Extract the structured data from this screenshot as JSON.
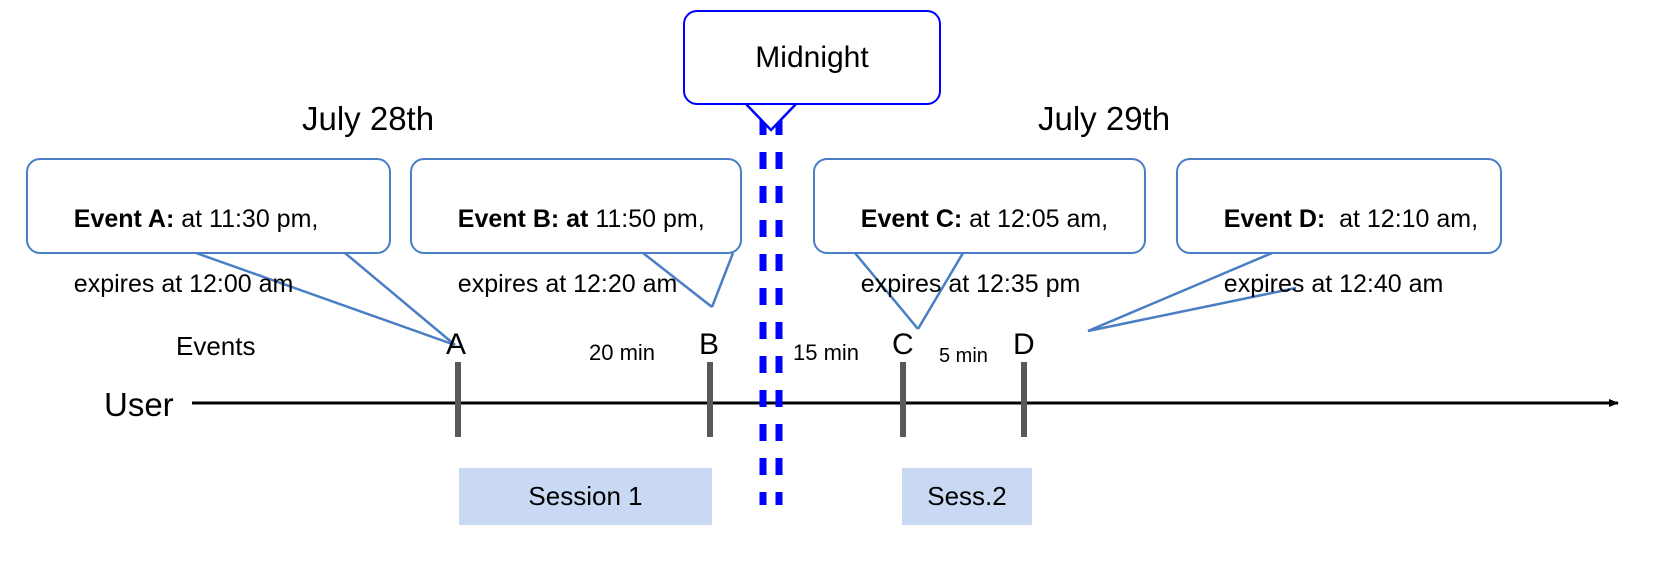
{
  "diagram": {
    "title_note": "Event expiry across midnight timeline",
    "colors": {
      "callout_border": "#4a7ec4",
      "midnight_border": "#0000ff",
      "midnight_line": "#0000ff",
      "session_fill": "#c9d9f4",
      "axis": "#000000",
      "tick": "#595959"
    }
  },
  "midnight": {
    "label": "Midnight"
  },
  "days": {
    "left": "July 28th",
    "right": "July 29th"
  },
  "callouts": [
    {
      "id": "event-a",
      "bold": "Event A:",
      "rest_line1": " at 11:30 pm,",
      "line2": "expires at 12:00 am"
    },
    {
      "id": "event-b",
      "bold": "Event B: at",
      "rest_line1": " 11:50 pm,",
      "line2": "expires at 12:20 am"
    },
    {
      "id": "event-c",
      "bold": "Event C:",
      "rest_line1": " at 12:05 am,",
      "line2": "expires at 12:35 pm"
    },
    {
      "id": "event-d",
      "bold": "Event D:",
      "rest_line1": "  at 12:10 am,",
      "line2": "expires at 12:40 am"
    }
  ],
  "axis": {
    "row_label": "User",
    "events_label": "Events",
    "event_letters": [
      "A",
      "B",
      "C",
      "D"
    ],
    "gaps": [
      "20 min",
      "15 min",
      "5 min"
    ]
  },
  "sessions": [
    {
      "id": "session-1",
      "label": "Session 1"
    },
    {
      "id": "session-2",
      "label": "Sess.2"
    }
  ]
}
